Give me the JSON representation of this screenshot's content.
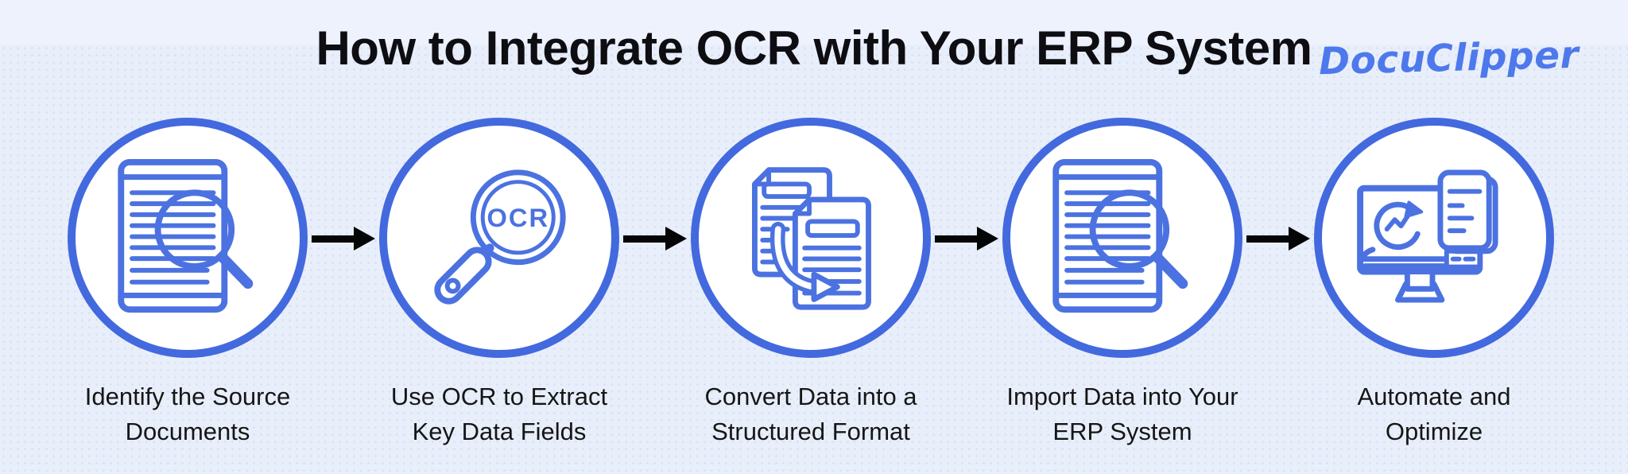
{
  "page": {
    "title": "How to Integrate OCR with Your ERP System",
    "brand": "DocuClipper"
  },
  "colors": {
    "background_top": "#EEF2FD",
    "background_dotted": "#E9EFFA",
    "dot_pattern": "#D9E2F5",
    "primary_blue": "#4369DE",
    "icon_stroke_blue": "#4B72E0",
    "logo_blue": "#4E79EC",
    "title_text": "#0D0D12",
    "label_text": "#161616",
    "arrow_black": "#050505",
    "circle_fill": "#FFFFFF"
  },
  "steps": [
    {
      "label": "Identify the Source Documents",
      "lines": [
        "Identify the Source",
        "Documents"
      ],
      "icon": "document-search-icon"
    },
    {
      "label": "Use OCR to Extract Key Data Fields",
      "lines": [
        "Use OCR to Extract",
        "Key Data Fields"
      ],
      "icon": "ocr-magnifier-icon",
      "lens_text": "OCR"
    },
    {
      "label": "Convert Data into a Structured Format",
      "lines": [
        "Convert Data into a",
        "Structured Format"
      ],
      "icon": "document-convert-icon"
    },
    {
      "label": "Import Data into Your ERP System",
      "lines": [
        "Import Data into Your",
        "ERP System"
      ],
      "icon": "document-search-icon"
    },
    {
      "label": "Automate and Optimize",
      "lines": [
        "Automate and",
        "Optimize"
      ],
      "icon": "automation-monitor-icon"
    }
  ],
  "flow": {
    "arrow_icon": "right-arrow",
    "arrow_count": 4
  }
}
